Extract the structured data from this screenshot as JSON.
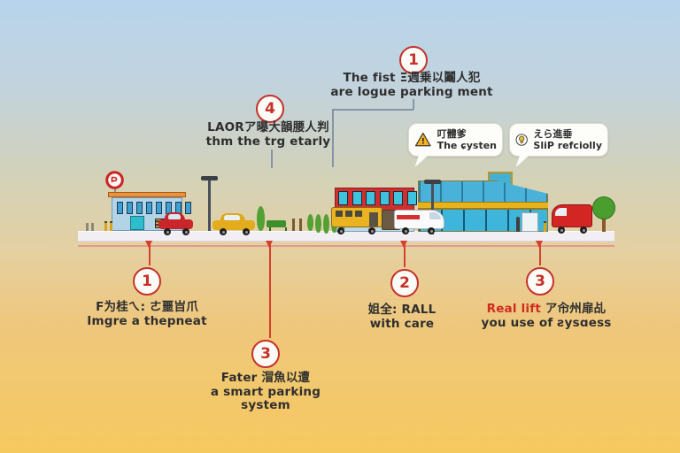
{
  "figure": {
    "type": "street-parking-infographic",
    "background_sky": "#b7d4ec",
    "background_ground": "#f6c95f",
    "accent_red": "#c5312b",
    "text_color": "#2e2e2e"
  },
  "callouts": {
    "top1": {
      "number": "1",
      "line1": "The fiѕt Ξ週乗以鬮人犯",
      "line2": "are logue parking ment"
    },
    "mid4": {
      "number": "4",
      "line1": "LAORア曝大韻腰人判",
      "line2": "thm the trg etarly"
    },
    "bottom1": {
      "number": "1",
      "line1": "F为桂ㄟ: ㄜ噩㞱爪",
      "line2": "Imgre a thepneat"
    },
    "bottom3": {
      "number": "3",
      "line1": "Fater 㴘魚以遭",
      "line2": "a smart parking",
      "line3": "system"
    },
    "bottom2": {
      "number": "2",
      "line1": "姐全: RALL",
      "line2": "with care"
    },
    "right3": {
      "number": "3",
      "line1_red": "Real lift",
      "line1_rest": " ア㠳州扉乩",
      "line2": "you use of ƨysɑess"
    }
  },
  "bubbles": {
    "warning": {
      "icon": "warning-triangle-icon",
      "line1": "叮體爹",
      "line2": "The ɕysten"
    },
    "tip": {
      "icon": "lightbulb-icon",
      "line1": "えら進垂",
      "line2": "SliP refciolly"
    }
  }
}
